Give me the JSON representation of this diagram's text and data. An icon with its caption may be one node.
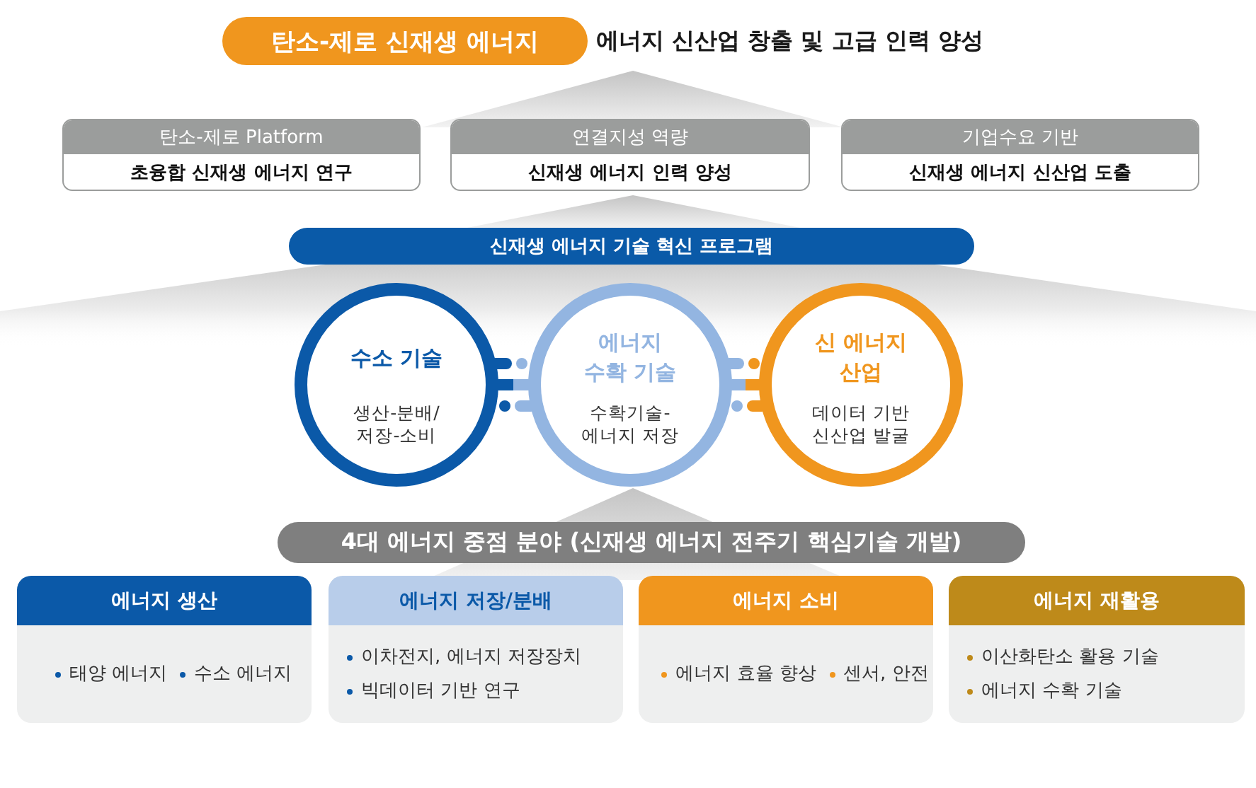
{
  "diagram": {
    "nodes": [
      {
        "text": [
          "탄소-제로 신재생 에너지"
        ],
        "beside": [
          "에너지 신산업 창출 및 고급 인력 양성"
        ]
      },
      {
        "text": [
          "탄소-제로 Platform",
          "초융합 신재생 에너지 연구"
        ]
      },
      {
        "text": [
          "연결지성 역량",
          "신재생 에너지 인력 양성"
        ]
      },
      {
        "text": [
          "기업수요 기반",
          "신재생 에너지 신산업 도출"
        ]
      },
      {
        "text": [
          "신재생 에너지 기술 혁신 프로그램"
        ]
      },
      {
        "text": [
          "수소 기술",
          "생산-분배/ 저장-소비"
        ]
      },
      {
        "text": [
          "에너지 수확 기술",
          "수확기술- 에너지 저장"
        ]
      },
      {
        "text": [
          "신 에너지 산업",
          "데이터 기반 신산업 발굴"
        ]
      },
      {
        "text": [
          "4대 에너지 중점 분야 (신재생 에너지 전주기 핵심기술 개발)"
        ]
      },
      {
        "text": [
          "에너지 생산",
          "태양 에너지",
          "수소 에너지"
        ]
      },
      {
        "text": [
          "에너지 저장/분배",
          "이차전지, 에너지 저장장치",
          "빅데이터 기반 연구"
        ]
      },
      {
        "text": [
          "에너지 소비",
          "에너지 효율 향상",
          "센서, 안전"
        ]
      },
      {
        "text": [
          "에너지 재활용",
          "이산화탄소 활용 기술",
          "에너지 수확 기술"
        ]
      }
    ],
    "edges": [
      {
        "from": 5,
        "to": 6,
        "arrow": "none"
      },
      {
        "from": 6,
        "to": 7,
        "arrow": "none"
      }
    ]
  }
}
